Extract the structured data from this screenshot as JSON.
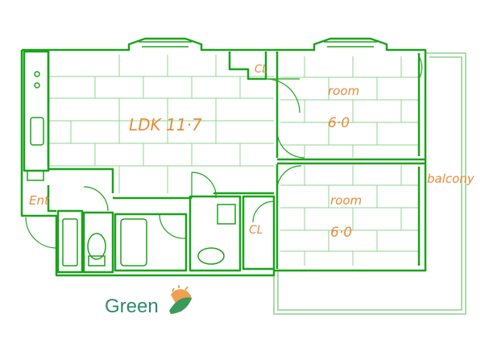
{
  "labels": {
    "ldk": "LDK 11·7",
    "cl_top": "CL",
    "room1": "room",
    "room1_size": "6·0",
    "room2": "room",
    "room2_size": "6·0",
    "balcony": "balcony",
    "entrance": "Ent",
    "cl_bottom": "CL"
  },
  "brand": {
    "name": "Green"
  },
  "colors": {
    "wall": "#1aa31a",
    "grid": "#7fcf7f",
    "label": "#e98a3a",
    "brand": "#2e8b6a"
  }
}
